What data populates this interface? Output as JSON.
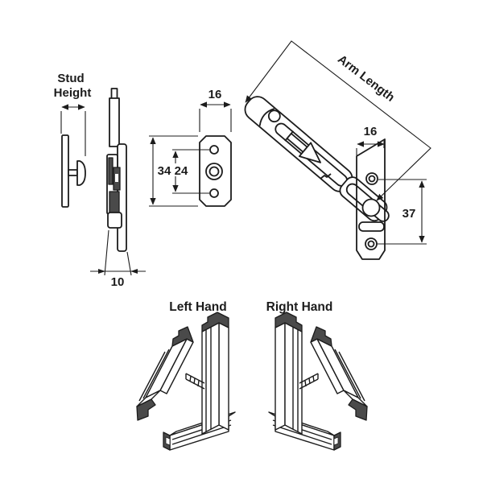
{
  "diagram": {
    "side_view": {
      "stud_height_line1": "Stud",
      "stud_height_line2": "Height",
      "base_width_mm": "10"
    },
    "plate_view": {
      "width_mm": "16",
      "height_mm": "34",
      "hole_spacing_mm": "24"
    },
    "arm_view": {
      "arm_length_label": "Arm Length",
      "bracket_width_mm": "16",
      "bracket_hole_spacing_mm": "37"
    },
    "orientation": {
      "left_label": "Left Hand",
      "right_label": "Right Hand"
    },
    "colors": {
      "line": "#1c1c1c",
      "shade": "#4a4a4a",
      "background": "#ffffff"
    }
  }
}
